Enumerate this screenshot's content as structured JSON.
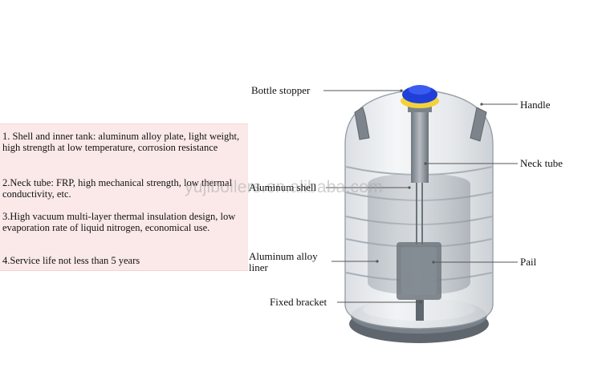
{
  "features": [
    {
      "text": "1. Shell and inner tank: aluminum alloy plate, light weight, high strength at low temperature, corrosion resistance"
    },
    {
      "text": "2.Neck tube: FRP, high mechanical strength, low thermal conductivity, etc."
    },
    {
      "text": "3.High vacuum multi-layer thermal insulation design, low evaporation rate of liquid nitrogen, economical use."
    },
    {
      "text": "4.Service life not less than 5 years"
    }
  ],
  "labels": {
    "bottle_stopper": "Bottle stopper",
    "handle": "Handle",
    "neck_tube": "Neck tube",
    "aluminum_shell": "Aluminum shell",
    "aluminum_alloy_liner": "Aluminum alloy liner",
    "pail": "Pail",
    "fixed_bracket": "Fixed bracket"
  },
  "watermark": "yujiboilers.en.alibaba.com",
  "colors": {
    "panel_bg": "#fbe9e9",
    "stopper_blue": "#1f3fd8",
    "stopper_ring": "#f2d23a",
    "tank_outline": "#8f99a3",
    "handle_gray": "#7d848c",
    "base_gray": "#5f666d"
  }
}
